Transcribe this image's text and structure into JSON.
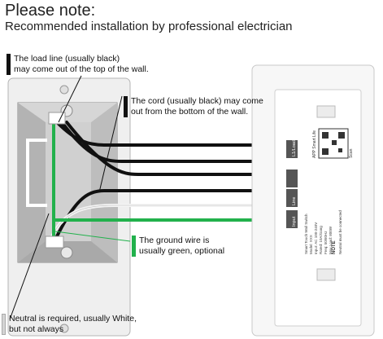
{
  "header": {
    "title": "Please note:",
    "subtitle": "Recommended installation by professional electrician"
  },
  "callouts": {
    "load_line": {
      "line1": "The load line (usually black)",
      "line2": "may come out of the top of the wall.",
      "marker_color": "#111111"
    },
    "cord": {
      "line1": "The cord (usually black) may come",
      "line2": "out from the bottom of the wall.",
      "marker_color": "#111111"
    },
    "ground": {
      "line1": "The ground wire is",
      "line2": "usually green, optional",
      "marker_color": "#22b14c"
    },
    "neutral": {
      "line1": "Neutral is required, usually White,",
      "line2": "but not always",
      "marker_color": "#cccccc"
    }
  },
  "switch_labels": {
    "terminals": [
      "L1/Load",
      "Line",
      "Input"
    ],
    "side_text": [
      "Smart Touch Wall Switch",
      "Model: XXX",
      "Input: AC 100-240V",
      "Rated: 10A/Gang",
      "Freq: 50/60Hz",
      "Max Load: 800W"
    ],
    "note_label": "NOTE",
    "note_text": "Neutral must be connected",
    "app_label": "APP Smart Life",
    "qr_label": "Scan"
  },
  "colors": {
    "hot_wire": "#111111",
    "ground_wire": "#22b14c",
    "neutral_wire": "#f2f2f2",
    "box_fill": "#c8c8c8",
    "plate_fill": "#efefef"
  }
}
